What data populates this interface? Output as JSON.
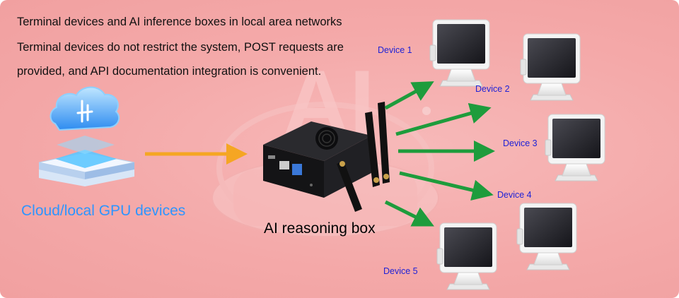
{
  "intro": {
    "line1": "Terminal devices and AI inference boxes in local area networks",
    "line2": "Terminal devices do not restrict the system, POST requests are",
    "line3": "provided, and API documentation integration is convenient."
  },
  "cloud": {
    "label": "Cloud/local GPU devices",
    "icon": "cloud-server-icon"
  },
  "box": {
    "label": "AI reasoning box",
    "icon": "ai-box-device-icon",
    "watermark": "AI"
  },
  "devices": [
    {
      "label": "Device 1"
    },
    {
      "label": "Device 2"
    },
    {
      "label": "Device 3"
    },
    {
      "label": "Device 4"
    },
    {
      "label": "Device 5"
    }
  ],
  "colors": {
    "background": "#f4a9a9",
    "input_arrow": "#f5a623",
    "output_arrows": "#1e9c3c",
    "device_label": "#1f22d6",
    "cloud_label": "#2e95ff"
  }
}
